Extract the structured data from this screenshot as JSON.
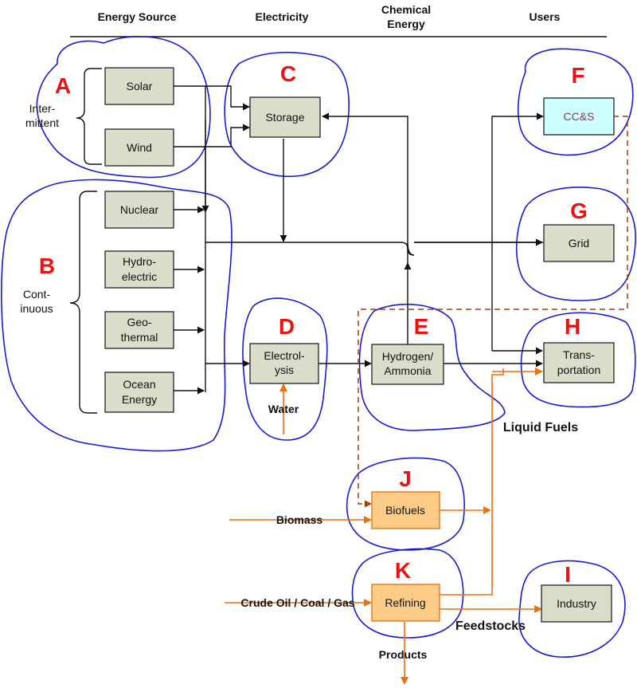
{
  "headers": {
    "energy_source": "Energy Source",
    "electricity": "Electricity",
    "chemical_line1": "Chemical",
    "chemical_line2": "Energy",
    "users": "Users"
  },
  "groups": {
    "a": "A",
    "b": "B",
    "c": "C",
    "d": "D",
    "e": "E",
    "f": "F",
    "g": "G",
    "h": "H",
    "i": "I",
    "j": "J",
    "k": "K"
  },
  "side_labels": {
    "intermittent_line1": "Inter-",
    "intermittent_line2": "mittent",
    "continuous_line1": "Cont-",
    "continuous_line2": "inuous"
  },
  "boxes": {
    "solar": [
      "Solar"
    ],
    "wind": [
      "Wind"
    ],
    "nuclear": [
      "Nuclear"
    ],
    "hydroelectric": [
      "Hydro-",
      "electric"
    ],
    "geothermal": [
      "Geo-",
      "thermal"
    ],
    "ocean_energy": [
      "Ocean",
      "Energy"
    ],
    "storage": [
      "Storage"
    ],
    "electrolysis": [
      "Electrol-",
      "ysis"
    ],
    "hydrogen_ammonia": [
      "Hydrogen/",
      "Ammonia"
    ],
    "ccs": [
      "CC&S"
    ],
    "grid": [
      "Grid"
    ],
    "transportation": [
      "Trans-",
      "portation"
    ],
    "biofuels": [
      "Biofuels"
    ],
    "refining": [
      "Refining"
    ],
    "industry": [
      "Industry"
    ]
  },
  "flow_labels": {
    "water": "Water",
    "liquid_fuels": "Liquid Fuels",
    "biomass": "Biomass",
    "crude": "Crude Oil / Coal / Gas",
    "feedstocks": "Feedstocks",
    "products": "Products"
  },
  "colors": {
    "blob": "#1a1ad0",
    "letter": "#ee1111",
    "box_fill": "#dcdcca",
    "orange_flow": "#f07010",
    "orange_box": "#ffcc88",
    "ccs_fill": "#ccffff",
    "ccs_text": "#8a3a5a",
    "dashed": "#a0400a"
  }
}
